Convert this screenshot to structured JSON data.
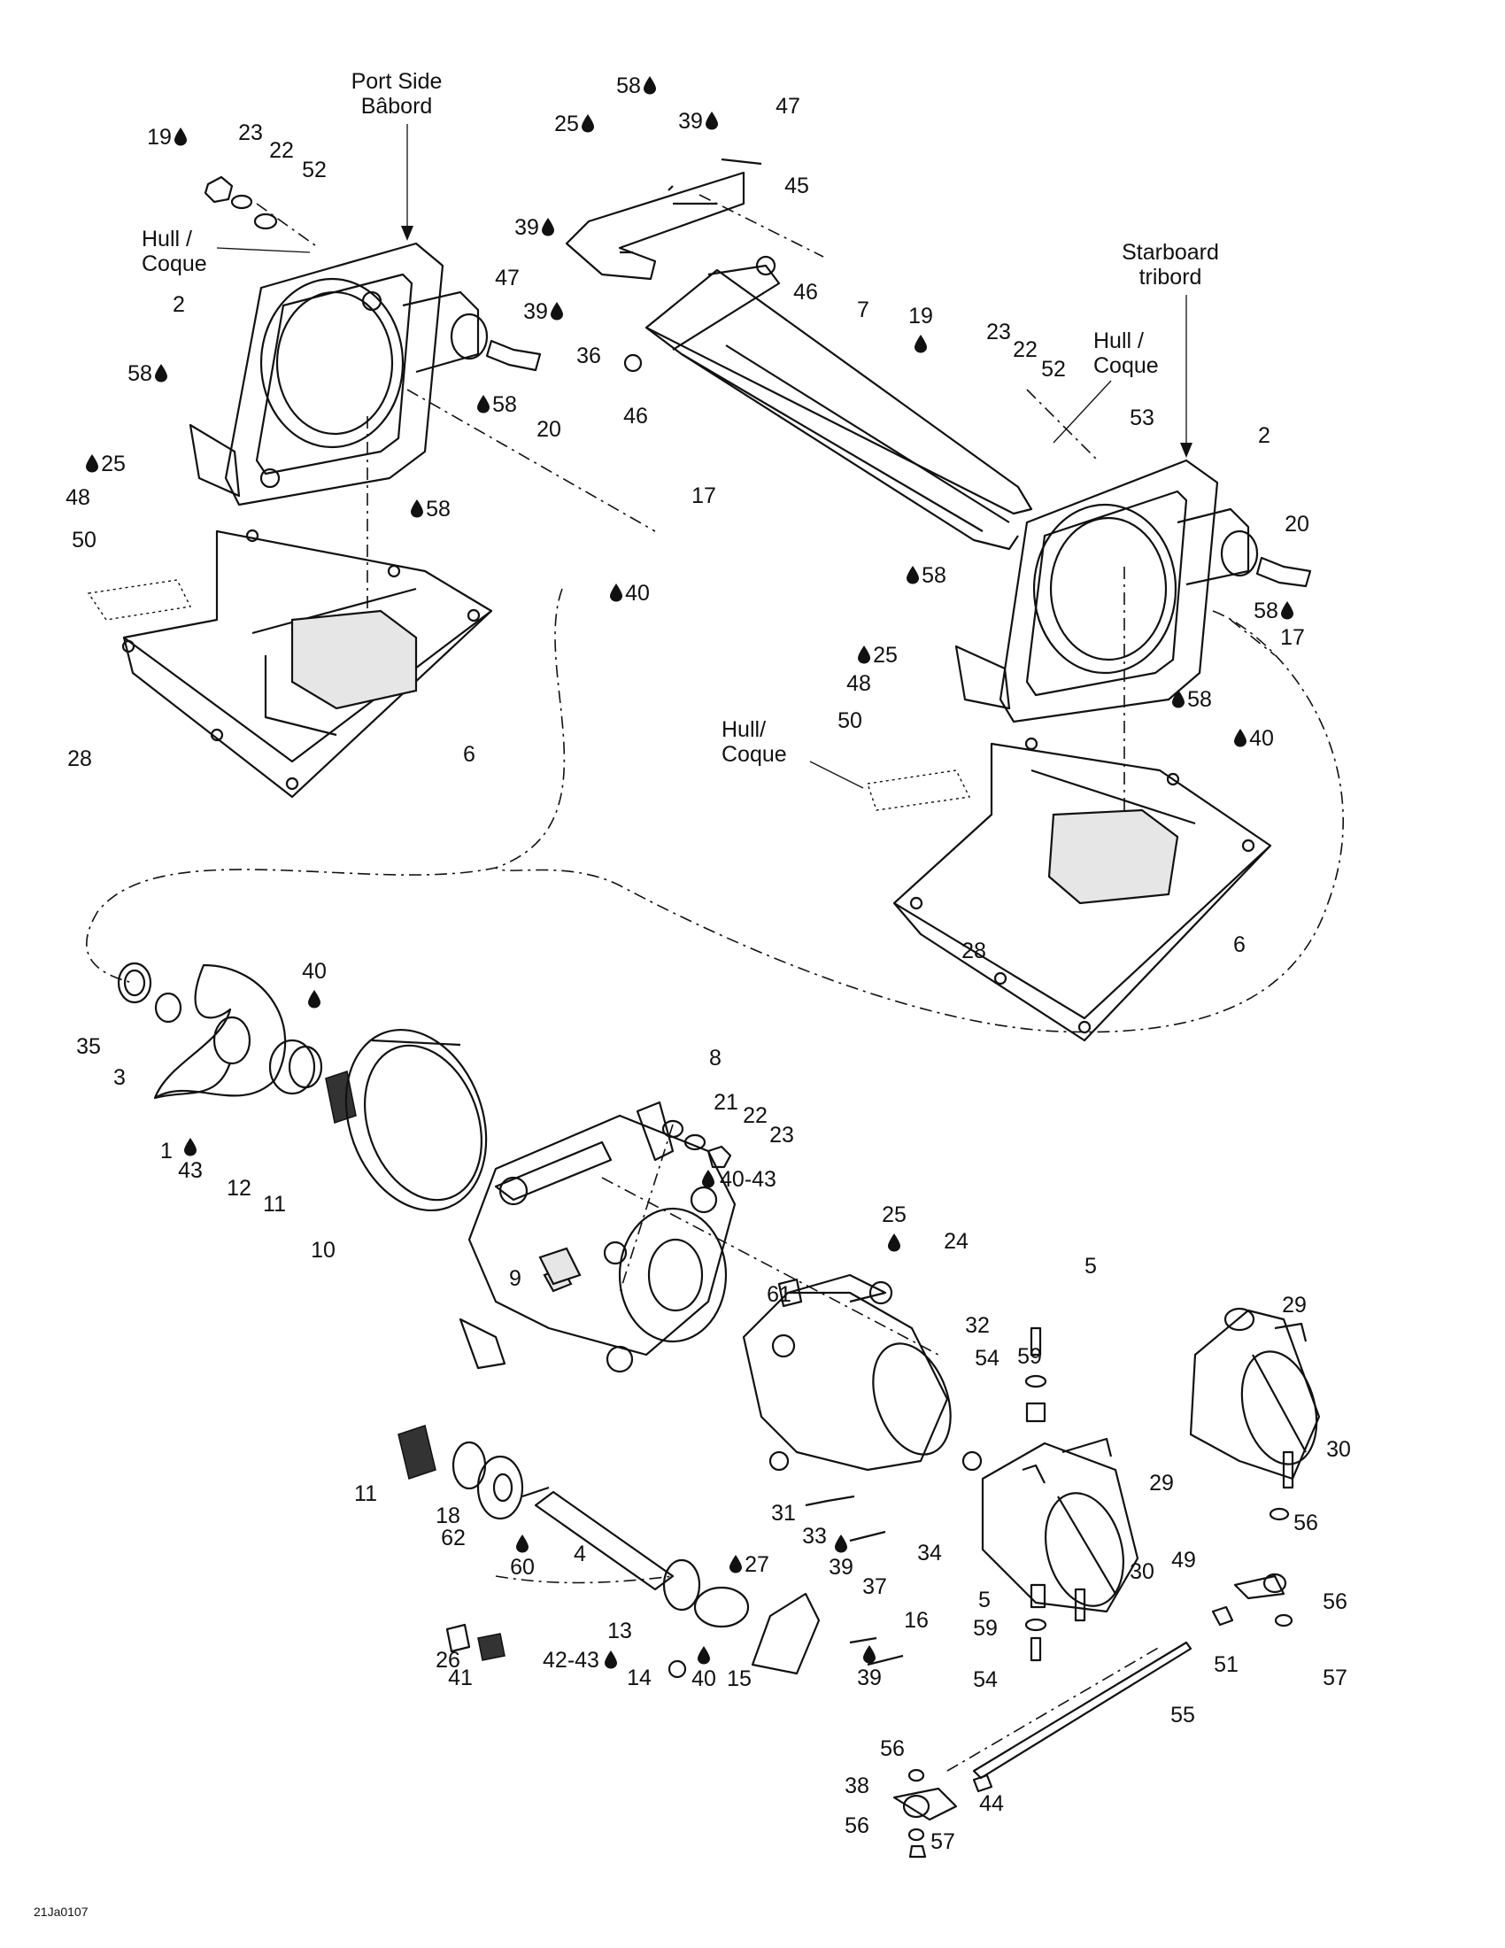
{
  "figure_ref": "21Ja0107",
  "annotations": {
    "port_side": [
      "Port Side",
      "Bâbord"
    ],
    "starboard": [
      "Starboard",
      "tribord"
    ],
    "hull_1": [
      "Hull /",
      "Coque"
    ],
    "hull_2": [
      "Hull /",
      "Coque"
    ],
    "hull_3": [
      "Hull/",
      "Coque"
    ]
  },
  "callouts": [
    {
      "n": "58",
      "drop": "after"
    },
    {
      "n": "19",
      "drop": "after"
    },
    {
      "n": "23"
    },
    {
      "n": "22"
    },
    {
      "n": "52"
    },
    {
      "n": "25",
      "drop": "after"
    },
    {
      "n": "39",
      "drop": "after"
    },
    {
      "n": "47"
    },
    {
      "n": "45"
    },
    {
      "n": "39",
      "drop": "after"
    },
    {
      "n": "47"
    },
    {
      "n": "39",
      "drop": "after"
    },
    {
      "n": "36"
    },
    {
      "n": "46"
    },
    {
      "n": "46"
    },
    {
      "n": "7"
    },
    {
      "n": "2"
    },
    {
      "n": "58",
      "drop": "after"
    },
    {
      "n": "58",
      "drop": "before"
    },
    {
      "n": "20"
    },
    {
      "n": "25",
      "drop": "before"
    },
    {
      "n": "48"
    },
    {
      "n": "50"
    },
    {
      "n": "58",
      "drop": "before"
    },
    {
      "n": "17"
    },
    {
      "n": "40",
      "drop": "before"
    },
    {
      "n": "28"
    },
    {
      "n": "6"
    },
    {
      "n": "19",
      "drop": "below"
    },
    {
      "n": "23"
    },
    {
      "n": "22"
    },
    {
      "n": "52"
    },
    {
      "n": "53"
    },
    {
      "n": "2"
    },
    {
      "n": "20"
    },
    {
      "n": "58",
      "drop": "after"
    },
    {
      "n": "58",
      "drop": "before"
    },
    {
      "n": "17"
    },
    {
      "n": "40",
      "drop": "before"
    },
    {
      "n": "25",
      "drop": "before"
    },
    {
      "n": "48"
    },
    {
      "n": "50"
    },
    {
      "n": "58",
      "drop": "before"
    },
    {
      "n": "28"
    },
    {
      "n": "6"
    },
    {
      "n": "40",
      "drop": "below"
    },
    {
      "n": "35"
    },
    {
      "n": "3"
    },
    {
      "n": "1"
    },
    {
      "n": "43",
      "drop": "above"
    },
    {
      "n": "12"
    },
    {
      "n": "11"
    },
    {
      "n": "10"
    },
    {
      "n": "8"
    },
    {
      "n": "21"
    },
    {
      "n": "22"
    },
    {
      "n": "23"
    },
    {
      "n": "40-43",
      "drop": "before"
    },
    {
      "n": "25",
      "drop": "below"
    },
    {
      "n": "24"
    },
    {
      "n": "61"
    },
    {
      "n": "9"
    },
    {
      "n": "11"
    },
    {
      "n": "18"
    },
    {
      "n": "62"
    },
    {
      "n": "60",
      "drop": "above"
    },
    {
      "n": "4"
    },
    {
      "n": "31"
    },
    {
      "n": "33"
    },
    {
      "n": "39",
      "drop": "above"
    },
    {
      "n": "34"
    },
    {
      "n": "27",
      "drop": "before"
    },
    {
      "n": "13"
    },
    {
      "n": "37"
    },
    {
      "n": "16"
    },
    {
      "n": "26"
    },
    {
      "n": "41"
    },
    {
      "n": "42-43",
      "drop": "after"
    },
    {
      "n": "14"
    },
    {
      "n": "40",
      "drop": "above"
    },
    {
      "n": "15"
    },
    {
      "n": "39",
      "drop": "above"
    },
    {
      "n": "54"
    },
    {
      "n": "59"
    },
    {
      "n": "5"
    },
    {
      "n": "32"
    },
    {
      "n": "29"
    },
    {
      "n": "29"
    },
    {
      "n": "30"
    },
    {
      "n": "30"
    },
    {
      "n": "5"
    },
    {
      "n": "59"
    },
    {
      "n": "54"
    },
    {
      "n": "56"
    },
    {
      "n": "49"
    },
    {
      "n": "56"
    },
    {
      "n": "51"
    },
    {
      "n": "57"
    },
    {
      "n": "55"
    },
    {
      "n": "56"
    },
    {
      "n": "38"
    },
    {
      "n": "44"
    },
    {
      "n": "56"
    },
    {
      "n": "57"
    }
  ]
}
